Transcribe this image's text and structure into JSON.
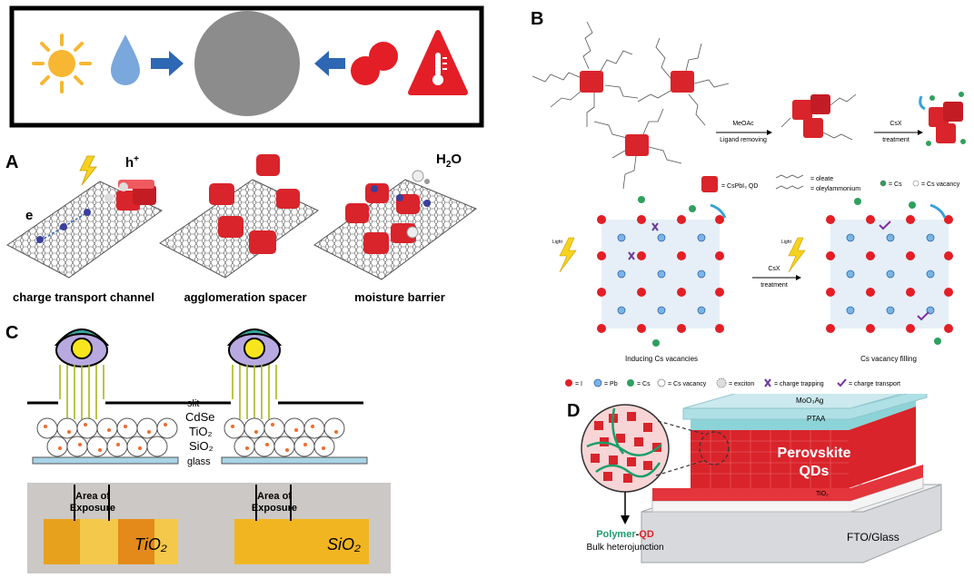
{
  "panels": {
    "A": {
      "letter": "A",
      "hole_label": "h",
      "hole_sup": "+",
      "electron_label": "e",
      "water_label": "H",
      "water_sub": "2",
      "water_tail": "O",
      "captions": [
        "charge transport channel",
        "agglomeration spacer",
        "moisture barrier"
      ]
    },
    "B": {
      "letter": "B",
      "step1_reagent": "MeOAc",
      "step1_desc": "Ligand removing",
      "step2_reagent": "CsX",
      "step2_desc": "treatment",
      "legend_qd": "= CsPbI₃ QD",
      "legend_oleate": "= oleate",
      "legend_oleylammonium": "= oleylammonium",
      "legend_cs": "= Cs",
      "legend_cs_vacancy": "= Cs vacancy",
      "lower_reagent": "CsX",
      "lower_desc": "treatment",
      "light_label": "Light",
      "lower_left_caption": "Inducing Cs vacancies",
      "lower_right_caption": "Cs vacancy filling",
      "bottom_legend": {
        "i": "= I",
        "pb": "= Pb",
        "cs": "= Cs",
        "cs_vacancy": "= Cs vacancy",
        "exciton": "= exciton",
        "trapping": "= charge trapping",
        "transport": "= charge transport"
      }
    },
    "C": {
      "letter": "C",
      "slit": "slit",
      "cdse": "CdSe",
      "tio2": "TiO₂",
      "sio2": "SiO₂",
      "glass": "glass",
      "area_line1": "Area of",
      "area_line2": "Exposure",
      "sample_left": "TiO₂",
      "sample_right": "SiO₂"
    },
    "D": {
      "letter": "D",
      "moo3": "MoO₃Ag",
      "ptaa": "PTAA",
      "perovskite_line1": "Perovskite",
      "perovskite_line2": "QDs",
      "tio2_layer": "TiO₂",
      "fto": "FTO/Glass",
      "polymer": "Polymer",
      "dash": "-",
      "qd": "QD",
      "bulk": "Bulk heterojunction"
    }
  },
  "colors": {
    "sun": "#f7b733",
    "drop": "#7aa7dc",
    "arrow": "#2e67b3",
    "circle": "#8c8c8c",
    "red": "#e41e26",
    "qd_red": "#d9242b",
    "green": "#2fa05e",
    "teal": "#3aa39c"
  },
  "icons": [
    "sun-icon",
    "water-drop-icon",
    "arrow-right-icon",
    "arrow-left-icon",
    "red-particles-icon",
    "heat-warning-icon",
    "eye-icon",
    "lightning-icon"
  ]
}
